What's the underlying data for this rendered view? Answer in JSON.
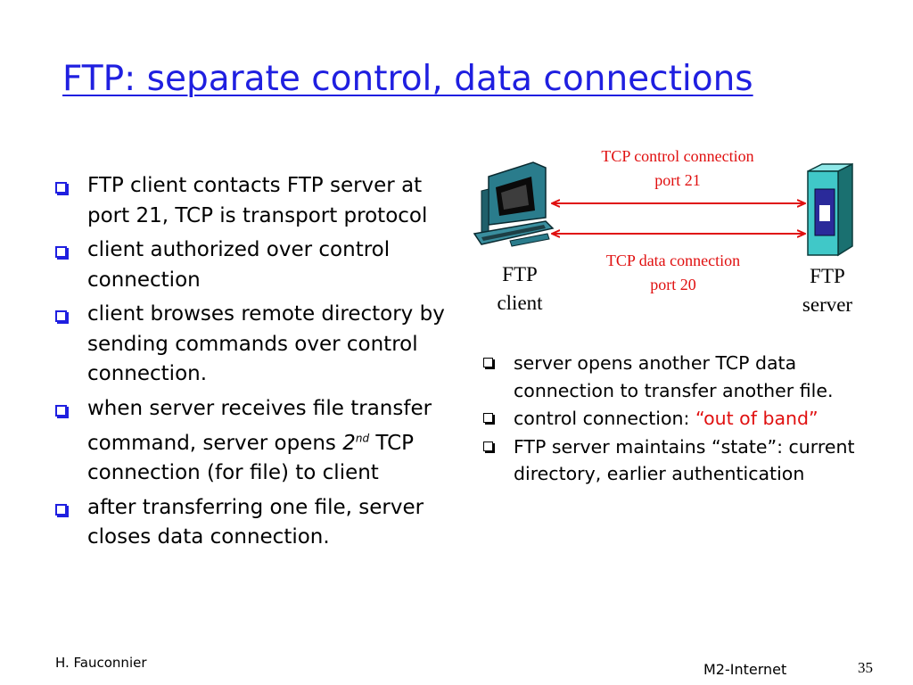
{
  "slide": {
    "title": "FTP: separate control, data connections",
    "left_bullets": [
      "FTP client contacts FTP server at port 21, TCP is transport protocol",
      "client authorized over control connection",
      "client browses remote directory by sending commands over control connection.",
      {
        "pre": "when server receives  file transfer command, server opens ",
        "num": "2",
        "sup": "nd",
        "post": " TCP connection (for file) to client"
      },
      "after transferring one file, server closes data connection."
    ],
    "diagram": {
      "control_label_1": "TCP control connection",
      "control_label_2": "port 21",
      "data_label_1": "TCP data connection",
      "data_label_2": "port 20",
      "client_label_1": "FTP",
      "client_label_2": "client",
      "server_label_1": "FTP",
      "server_label_2": "server",
      "arrow_color": "#e01010",
      "label_color": "#e01010"
    },
    "right_bullets": [
      "server opens another TCP data connection to transfer another file.",
      {
        "pre": "control connection: ",
        "red": "“out of band”"
      },
      "FTP server maintains “state”: current directory, earlier authentication"
    ],
    "footer": {
      "author": "H. Fauconnier",
      "course": "M2-Internet",
      "page": "35"
    },
    "colors": {
      "title": "#1f1fe0",
      "bullet_left": "#1f1fe0",
      "highlight": "#e01010"
    }
  }
}
